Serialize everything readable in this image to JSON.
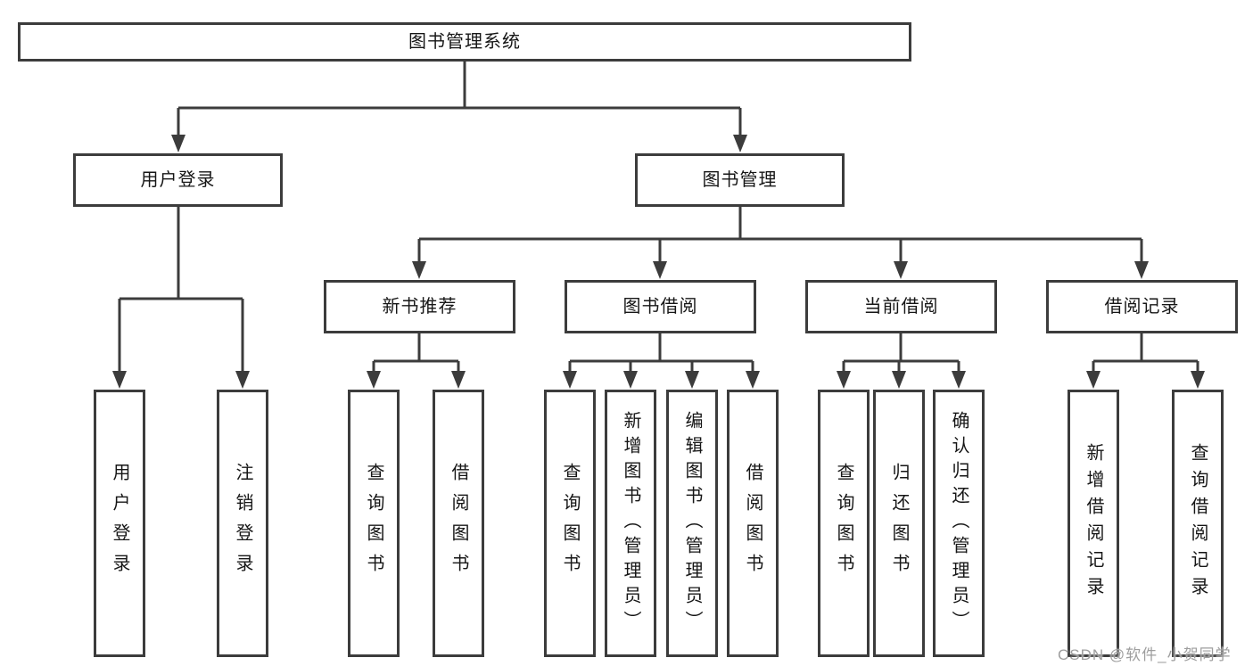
{
  "diagram": {
    "background": "#ffffff",
    "line_color": "#3c3c3c",
    "text_color": "#161616",
    "watermark": {
      "text": "CSDN @软件_小贺同学",
      "color": "#9e9e9e"
    },
    "nodes": {
      "root": {
        "label": "图书管理系统"
      },
      "user_login": {
        "label": "用户登录"
      },
      "book_management": {
        "label": "图书管理"
      },
      "new_book_recommend": {
        "label": "新书推荐"
      },
      "book_borrowing": {
        "label": "图书借阅"
      },
      "current_borrowing": {
        "label": "当前借阅"
      },
      "borrowing_records": {
        "label": "借阅记录"
      },
      "ul_user_login": {
        "label": "用户登录"
      },
      "ul_logout": {
        "label": "注销登录"
      },
      "nb_query_books": {
        "label": "查询图书"
      },
      "nb_borrow_books": {
        "label": "借阅图书"
      },
      "bb_query_books": {
        "label": "查询图书"
      },
      "bb_add_books": {
        "label": "新增图书（管理员）"
      },
      "bb_edit_books": {
        "label": "编辑图书（管理员）"
      },
      "bb_borrow_books": {
        "label": "借阅图书"
      },
      "cb_query_books": {
        "label": "查询图书"
      },
      "cb_return_books": {
        "label": "归还图书"
      },
      "cb_confirm_return": {
        "label": "确认归还（管理员）"
      },
      "br_add_record": {
        "label": "新增借阅记录"
      },
      "br_query_record": {
        "label": "查询借阅记录"
      }
    },
    "edges": [
      {
        "from": "root",
        "to": "user_login"
      },
      {
        "from": "root",
        "to": "book_management"
      },
      {
        "from": "user_login",
        "to": "ul_user_login"
      },
      {
        "from": "user_login",
        "to": "ul_logout"
      },
      {
        "from": "book_management",
        "to": "new_book_recommend"
      },
      {
        "from": "book_management",
        "to": "book_borrowing"
      },
      {
        "from": "book_management",
        "to": "current_borrowing"
      },
      {
        "from": "book_management",
        "to": "borrowing_records"
      },
      {
        "from": "new_book_recommend",
        "to": "nb_query_books"
      },
      {
        "from": "new_book_recommend",
        "to": "nb_borrow_books"
      },
      {
        "from": "book_borrowing",
        "to": "bb_query_books"
      },
      {
        "from": "book_borrowing",
        "to": "bb_add_books"
      },
      {
        "from": "book_borrowing",
        "to": "bb_edit_books"
      },
      {
        "from": "book_borrowing",
        "to": "bb_borrow_books"
      },
      {
        "from": "current_borrowing",
        "to": "cb_query_books"
      },
      {
        "from": "current_borrowing",
        "to": "cb_return_books"
      },
      {
        "from": "current_borrowing",
        "to": "cb_confirm_return"
      },
      {
        "from": "borrowing_records",
        "to": "br_add_record"
      },
      {
        "from": "borrowing_records",
        "to": "br_query_record"
      }
    ]
  }
}
